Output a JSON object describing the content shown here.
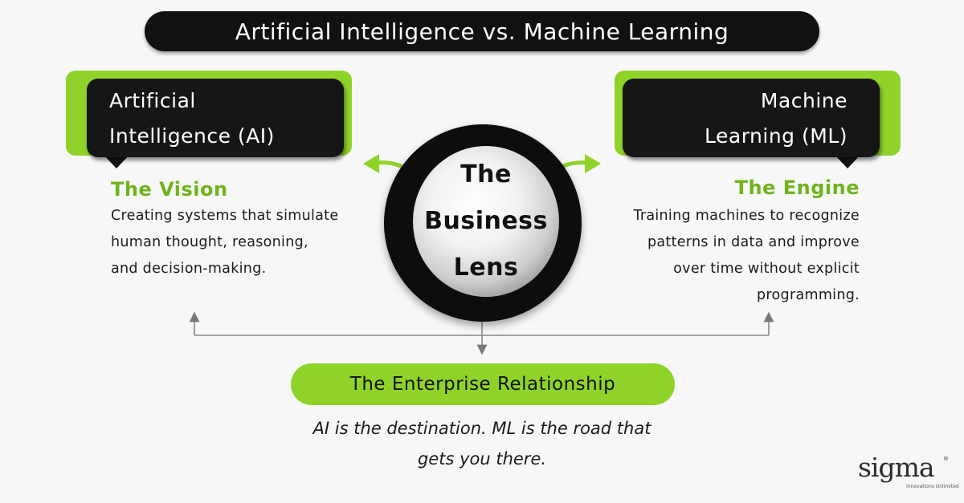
{
  "title": "Artificial Intelligence vs. Machine Learning",
  "ai_card": {
    "line1": "Artificial",
    "line2": "Intelligence (AI)",
    "subheading": "The Vision",
    "desc_lines": [
      "Creating systems that simulate",
      "human thought, reasoning,",
      "and decision-making."
    ]
  },
  "ml_card": {
    "line1": "Machine",
    "line2": "Learning (ML)",
    "subheading": "The Engine",
    "desc_lines": [
      "Training machines to recognize",
      "patterns in data and improve",
      "over time without explicit",
      "programming."
    ]
  },
  "lens": {
    "lines": [
      "The",
      "Business",
      "Lens"
    ]
  },
  "relationship": {
    "label": "The Enterprise Relationship",
    "tagline_lines": [
      "AI is the destination. ML is the road that",
      "gets you there."
    ]
  },
  "logo": {
    "name": "sigma",
    "registered": "®",
    "tagline": "Innovations Unlimited"
  },
  "colors": {
    "accent_green": "#8fd32a",
    "heading_green": "#6fb31d",
    "dark": "#161616",
    "background": "#f7f7f7"
  }
}
